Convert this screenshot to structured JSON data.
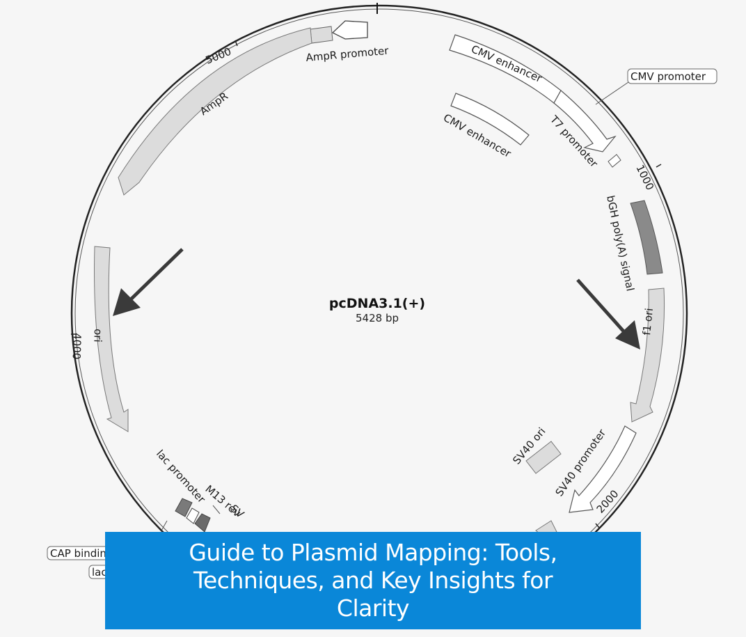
{
  "plasmid": {
    "name": "pcDNA3.1(+)",
    "size": "5428 bp"
  },
  "features": {
    "ampr_promoter": "AmpR promoter",
    "ampr": "AmpR",
    "cmv_enhancer_outer": "CMV enhancer",
    "cmv_enhancer_inner": "CMV enhancer",
    "cmv_promoter": "CMV promoter",
    "t7_promoter": "T7 promoter",
    "bgh_polya": "bGH poly(A) signal",
    "f1_ori": "f1 ori",
    "sv40_ori": "SV40 ori",
    "sv40_promoter": "SV40 promoter",
    "ori": "ori",
    "lac_promoter": "lac promoter",
    "m13_rev": "M13 rev",
    "sv_partial": "SV",
    "cap_binding_site": "CAP bindin",
    "lac_operator": "lac"
  },
  "ticks": {
    "t1000": "1000",
    "t2000": "2000",
    "t4000": "4000",
    "t5000": "5000"
  },
  "banner": {
    "title": "Guide to Plasmid Mapping: Tools, Techniques, and Key Insights for Clarity"
  },
  "colors": {
    "background": "#f6f6f6",
    "feature_fill": "#dcdcdc",
    "feature_dark": "#8a8a8a",
    "banner": "#0a87d8",
    "banner_text": "#ffffff"
  }
}
